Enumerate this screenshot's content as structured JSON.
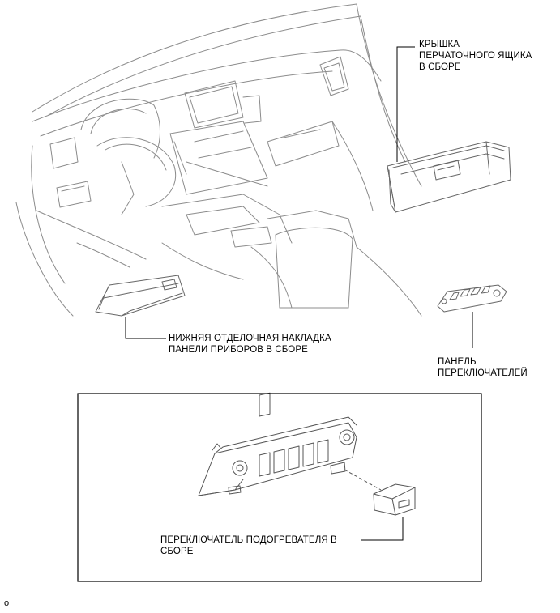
{
  "labels": {
    "glove_box_door": [
      "КРЫШКА",
      "ПЕРЧАТОЧНОГО ЯЩИКА",
      "В СБОРЕ"
    ],
    "lower_finish_panel": [
      "НИЖНЯЯ ОТДЕЛОЧНАЯ НАКЛАДКА",
      "ПАНЕЛИ ПРИБОРОВ В СБОРЕ"
    ],
    "switch_panel": [
      "ПАНЕЛЬ",
      "ПЕРЕКЛЮЧАТЕЛЕЙ"
    ],
    "heater_switch": [
      "ПЕРЕКЛЮЧАТЕЛЬ ПОДОГРЕВАТЕЛЯ В",
      "СБОРЕ"
    ]
  },
  "figure_code": "o"
}
